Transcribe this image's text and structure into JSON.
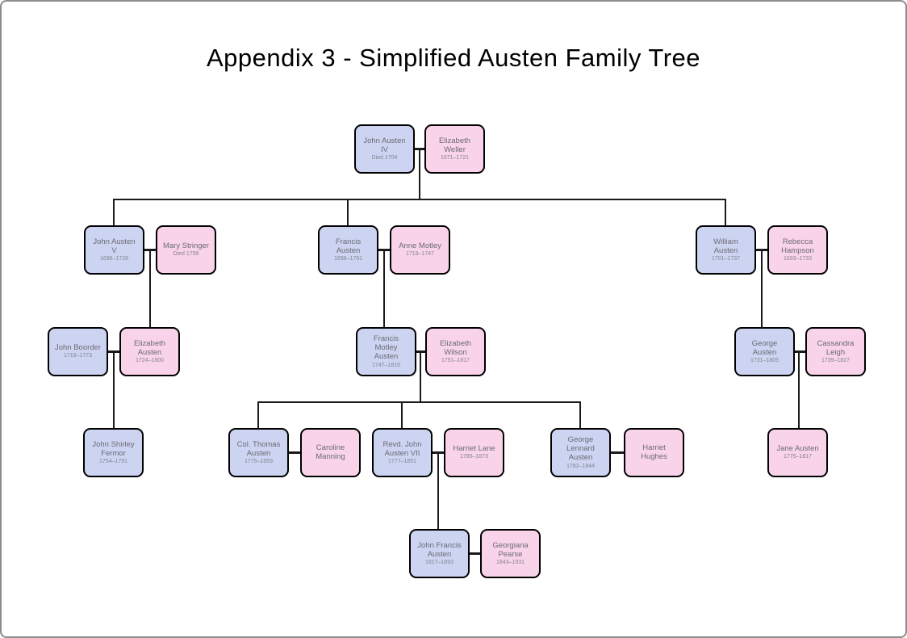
{
  "page": {
    "title": "Appendix 3 - Simplified Austen Family Tree"
  },
  "colors": {
    "male_box_fill": "#ccd4f2",
    "female_box_fill": "#f9d3e9",
    "box_border": "#000000",
    "connector_line": "#1a1a1a",
    "name_text": "#6b6b74",
    "dates_text": "#85858d",
    "page_border": "#8c8c8c",
    "background": "#ffffff"
  },
  "people": [
    {
      "id": "john-austen-iv",
      "name": "John Austen\nIV",
      "dates": "Died 1704",
      "sex": "male",
      "generation": 1
    },
    {
      "id": "elizabeth-weller",
      "name": "Elizabeth\nWeller",
      "dates": "1671–1721",
      "sex": "female",
      "generation": 1
    },
    {
      "id": "john-austen-v",
      "name": "John Austen\nV",
      "dates": "1696–1728",
      "sex": "male",
      "generation": 2
    },
    {
      "id": "mary-stringer",
      "name": "Mary Stringer",
      "dates": "Died 1759",
      "sex": "female",
      "generation": 2
    },
    {
      "id": "francis-austen",
      "name": "Francis\nAusten",
      "dates": "1698–1791",
      "sex": "male",
      "generation": 2
    },
    {
      "id": "anne-motley",
      "name": "Anne Motley",
      "dates": "1719–1747",
      "sex": "female",
      "generation": 2
    },
    {
      "id": "william-austen",
      "name": "William\nAusten",
      "dates": "1701–1737",
      "sex": "male",
      "generation": 2
    },
    {
      "id": "rebecca-hampson",
      "name": "Rebecca\nHampson",
      "dates": "1693–1733",
      "sex": "female",
      "generation": 2
    },
    {
      "id": "john-boorder",
      "name": "John Boorder",
      "dates": "1719–1773",
      "sex": "male",
      "generation": 3
    },
    {
      "id": "elizabeth-austen",
      "name": "Elizabeth\nAusten",
      "dates": "1724–1800",
      "sex": "female",
      "generation": 3
    },
    {
      "id": "francis-motley-austen",
      "name": "Francis\nMotley\nAusten",
      "dates": "1747–1815",
      "sex": "male",
      "generation": 3
    },
    {
      "id": "elizabeth-wilson",
      "name": "Elizabeth\nWilson",
      "dates": "1751–1817",
      "sex": "female",
      "generation": 3
    },
    {
      "id": "george-austen",
      "name": "George\nAusten",
      "dates": "1731–1805",
      "sex": "male",
      "generation": 3
    },
    {
      "id": "cassandra-leigh",
      "name": "Cassandra\nLeigh",
      "dates": "1739–1827",
      "sex": "female",
      "generation": 3
    },
    {
      "id": "john-shirley-fermor",
      "name": "John Shirley\nFermor",
      "dates": "1754–1791",
      "sex": "male",
      "generation": 4
    },
    {
      "id": "col-thomas-austen",
      "name": "Col. Thomas\nAusten",
      "dates": "1775–1859",
      "sex": "male",
      "generation": 4
    },
    {
      "id": "caroline-manning",
      "name": "Caroline\nManning",
      "dates": "",
      "sex": "female",
      "generation": 4
    },
    {
      "id": "revd-john-austen-vii",
      "name": "Revd. John\nAusten VII",
      "dates": "1777–1851",
      "sex": "male",
      "generation": 4
    },
    {
      "id": "harriet-lane",
      "name": "Harriet Lane",
      "dates": "1785–1873",
      "sex": "female",
      "generation": 4
    },
    {
      "id": "george-lennard-austen",
      "name": "George\nLennard\nAusten",
      "dates": "1782–1844",
      "sex": "male",
      "generation": 4
    },
    {
      "id": "harriet-hughes",
      "name": "Harriet\nHughes",
      "dates": "",
      "sex": "female",
      "generation": 4
    },
    {
      "id": "jane-austen",
      "name": "Jane Austen",
      "dates": "1775–1817",
      "sex": "female",
      "generation": 4
    },
    {
      "id": "john-francis-austen",
      "name": "John Francis\nAusten",
      "dates": "1817–1893",
      "sex": "male",
      "generation": 5
    },
    {
      "id": "georgiana-pearse",
      "name": "Georgiana\nPearse",
      "dates": "1843–1931",
      "sex": "female",
      "generation": 5
    }
  ],
  "relationships": [
    {
      "couple": [
        "john-austen-iv",
        "elizabeth-weller"
      ],
      "children": [
        "john-austen-v",
        "francis-austen",
        "william-austen"
      ]
    },
    {
      "couple": [
        "john-austen-v",
        "mary-stringer"
      ],
      "children": [
        "elizabeth-austen"
      ]
    },
    {
      "couple": [
        "francis-austen",
        "anne-motley"
      ],
      "children": [
        "francis-motley-austen"
      ]
    },
    {
      "couple": [
        "william-austen",
        "rebecca-hampson"
      ],
      "children": [
        "george-austen"
      ]
    },
    {
      "couple": [
        "john-boorder",
        "elizabeth-austen"
      ],
      "children": [
        "john-shirley-fermor"
      ]
    },
    {
      "couple": [
        "francis-motley-austen",
        "elizabeth-wilson"
      ],
      "children": [
        "col-thomas-austen",
        "revd-john-austen-vii",
        "george-lennard-austen"
      ]
    },
    {
      "couple": [
        "george-austen",
        "cassandra-leigh"
      ],
      "children": [
        "jane-austen"
      ]
    },
    {
      "couple": [
        "col-thomas-austen",
        "caroline-manning"
      ],
      "children": []
    },
    {
      "couple": [
        "revd-john-austen-vii",
        "harriet-lane"
      ],
      "children": [
        "john-francis-austen"
      ]
    },
    {
      "couple": [
        "george-lennard-austen",
        "harriet-hughes"
      ],
      "children": []
    },
    {
      "couple": [
        "john-francis-austen",
        "georgiana-pearse"
      ],
      "children": []
    }
  ]
}
